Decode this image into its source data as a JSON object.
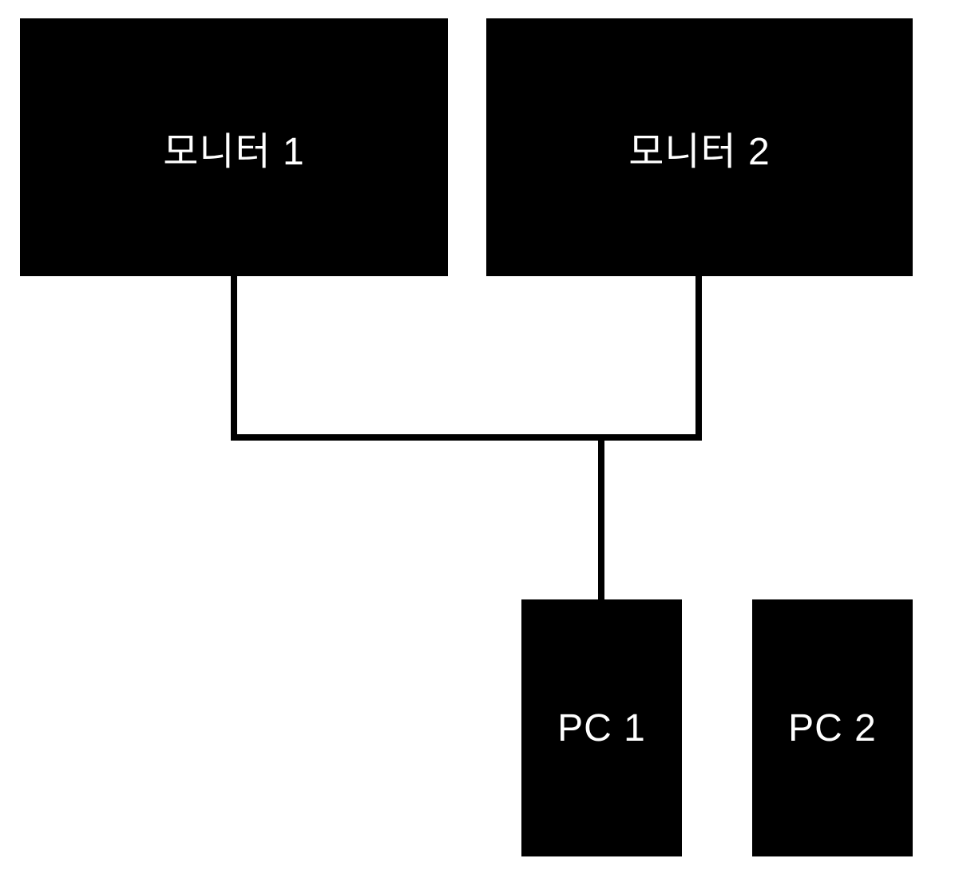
{
  "diagram": {
    "background_color": "#ffffff",
    "node_fill_color": "#000000",
    "node_text_color": "#ffffff",
    "connector_color": "#000000",
    "nodes": [
      {
        "id": "monitor-1",
        "label": "모니터 1"
      },
      {
        "id": "monitor-2",
        "label": "모니터 2"
      },
      {
        "id": "pc-1",
        "label": "PC 1"
      },
      {
        "id": "pc-2",
        "label": "PC 2"
      }
    ],
    "connections": [
      {
        "from": "monitor-1",
        "to": "pc-1"
      },
      {
        "from": "monitor-2",
        "to": "pc-1"
      }
    ]
  }
}
